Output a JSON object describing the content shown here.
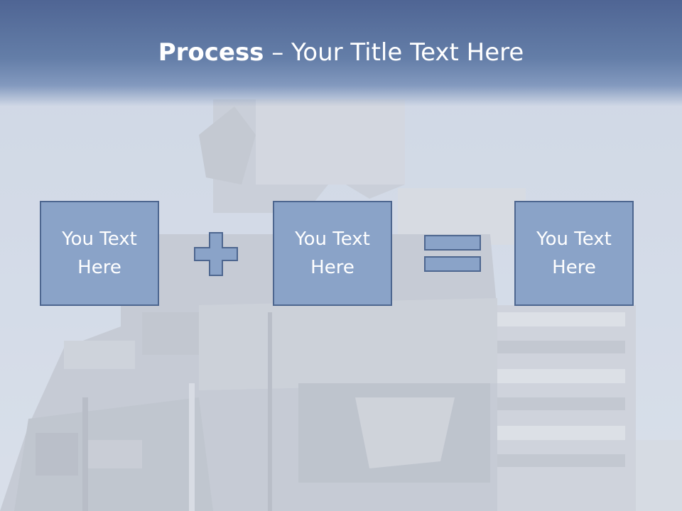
{
  "slide": {
    "title_bold": "Process",
    "title_rest": " – Your Title Text Here",
    "boxes": [
      {
        "label": "You Text\nHere"
      },
      {
        "label": "You Text\nHere"
      },
      {
        "label": "You Text\nHere"
      }
    ],
    "operators": [
      "plus-icon",
      "equals-icon"
    ]
  },
  "colors": {
    "title_band": "#5a719c",
    "box_fill": "#8aa3c8",
    "box_border": "#4d668f",
    "text": "#ffffff"
  }
}
